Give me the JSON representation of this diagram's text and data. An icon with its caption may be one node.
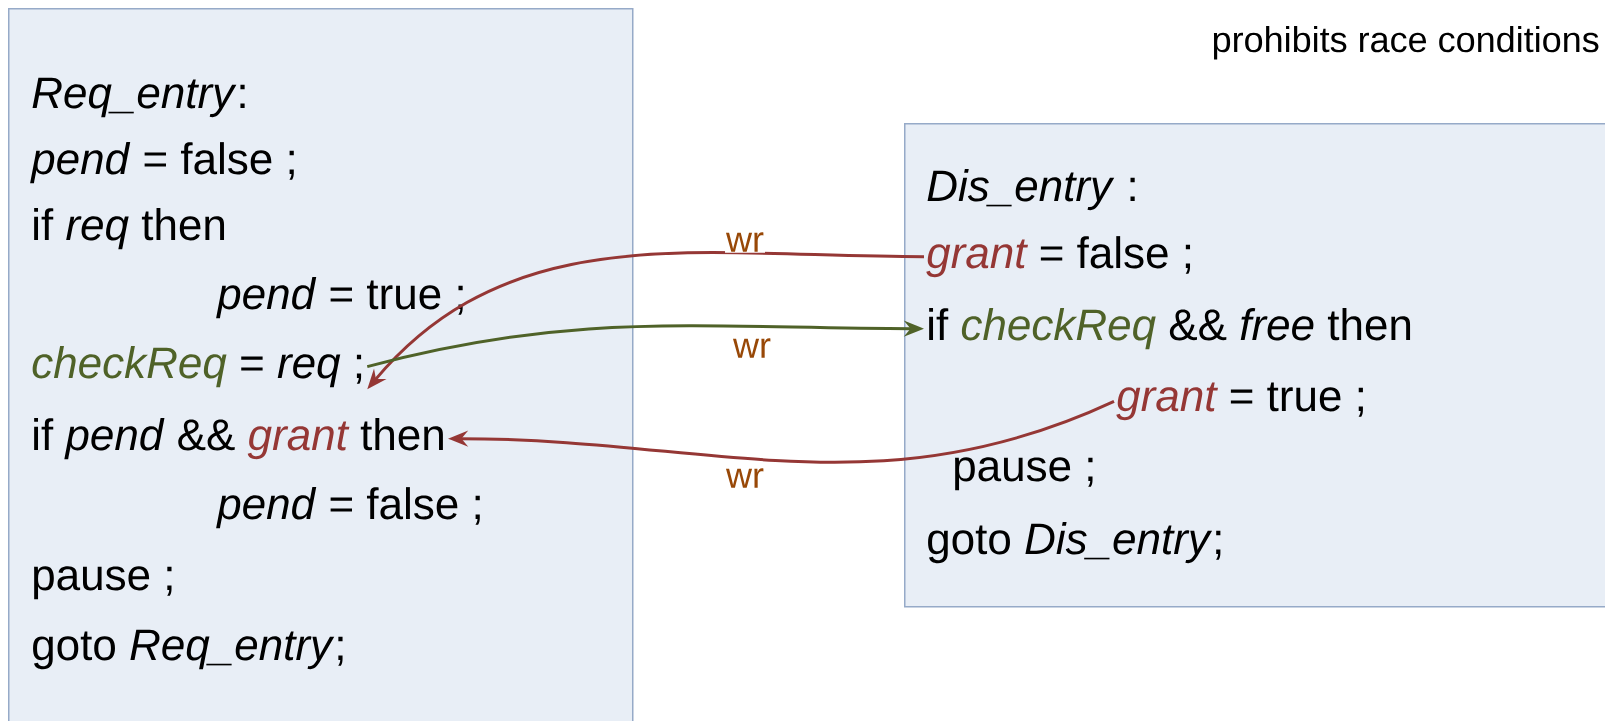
{
  "diagram": {
    "nodes": [
      {
        "text": [],
        "shape": "box"
      },
      {
        "text": [
          "*Req_entry*:"
        ],
        "in": 0
      },
      {
        "text": [
          "*pend* = false ;"
        ],
        "in": 0
      },
      {
        "text": [
          "if *req* then"
        ],
        "in": 0
      },
      {
        "text": [
          "*pend* = true ;"
        ],
        "in": 0
      },
      {
        "text": [
          "checkReq",
          "= *req* ;"
        ],
        "in": 0
      },
      {
        "text": [
          "if *pend* &&",
          "grant",
          "then"
        ],
        "in": 0
      },
      {
        "text": [
          "*pend* = false ;"
        ],
        "in": 0
      },
      {
        "text": [
          "pause ;"
        ],
        "in": 0
      },
      {
        "text": [
          "goto *Req_entry*;"
        ],
        "in": 0
      },
      {
        "text": [],
        "shape": "box"
      },
      {
        "text": [
          "*Dis_entry* :"
        ],
        "in": 10
      },
      {
        "text": [
          "grant",
          "= false ;"
        ],
        "in": 10
      },
      {
        "text": [
          "if",
          "checkReq",
          "&& *free* then"
        ],
        "in": 10
      },
      {
        "text": [
          "grant",
          "= true ;"
        ],
        "in": 10
      },
      {
        "text": [
          "pause ;"
        ],
        "in": 10
      },
      {
        "text": [
          "goto *Dis_entry*;"
        ],
        "in": 10
      }
    ],
    "edges": [
      {
        "from": 12,
        "to": 5,
        "arrow": "to",
        "label": "wr"
      },
      {
        "from": 5,
        "to": 13,
        "arrow": "to",
        "label": "wr",
        "color": "#4f6228"
      },
      {
        "from": 14,
        "to": 6,
        "arrow": "to",
        "label": "wr"
      }
    ],
    "labels": [
      "prohibits race conditions"
    ]
  }
}
